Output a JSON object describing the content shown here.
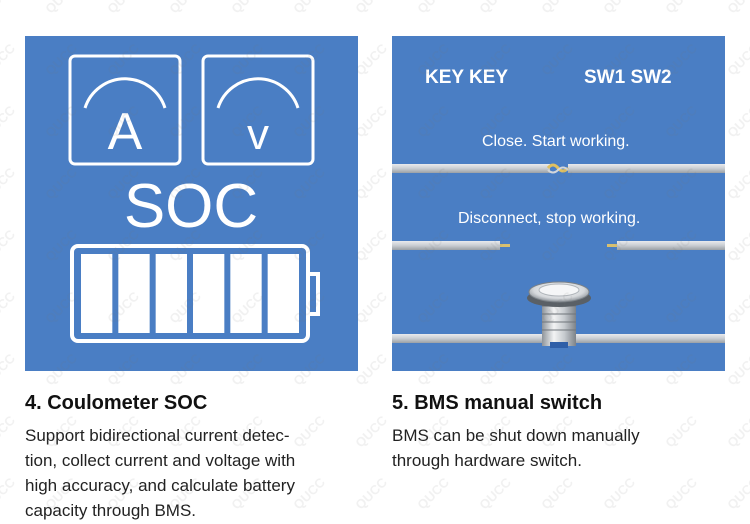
{
  "left": {
    "meter_a_label": "A",
    "meter_v_label": "v",
    "soc_label": "SOC",
    "battery_cells": 6,
    "caption_title": "4. Coulometer SOC",
    "caption_lines": [
      "Support bidirectional current detec-",
      "tion, collect current and voltage with",
      "high accuracy, and calculate battery",
      "capacity through BMS."
    ]
  },
  "right": {
    "header_keys": "KEY KEY",
    "header_switches": "SW1 SW2",
    "close_text": "Close. Start working.",
    "disconnect_text": "Disconnect, stop working.",
    "caption_title": "5. BMS manual switch",
    "caption_lines": [
      "BMS can be shut down manually",
      "through hardware switch."
    ]
  },
  "watermark": "QUCC",
  "colors": {
    "panel_blue": "#4a7ec4",
    "wire_grey": "#c9cdd2",
    "switch_metal": "#c8ccd0"
  }
}
